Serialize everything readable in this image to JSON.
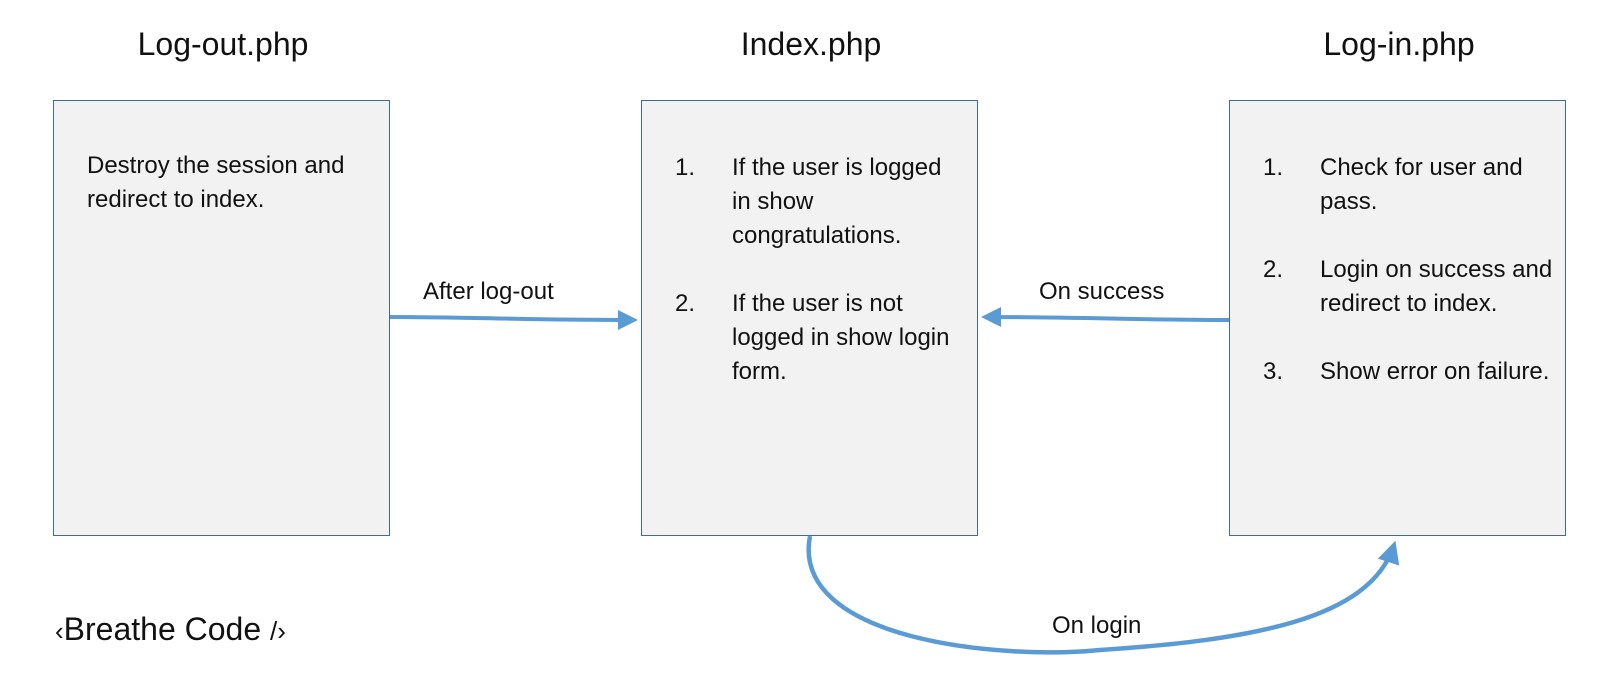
{
  "nodes": {
    "logout": {
      "title": "Log-out.php",
      "text": "Destroy the session and redirect to index."
    },
    "index": {
      "title": "Index.php",
      "steps": [
        {
          "num": "1.",
          "text": "If the user is logged in show congratulations."
        },
        {
          "num": "2.",
          "text": "If the user is not logged in show login form."
        }
      ]
    },
    "login": {
      "title": "Log-in.php",
      "steps": [
        {
          "num": "1.",
          "text": "Check for user and pass."
        },
        {
          "num": "2.",
          "text": "Login on success and redirect to index."
        },
        {
          "num": "3.",
          "text": "Show error on failure."
        }
      ]
    }
  },
  "edges": {
    "after_logout": "After log-out",
    "on_success": "On success",
    "on_login": "On login"
  },
  "brand": {
    "open": "‹",
    "name": "Breathe Code",
    "close": "/›"
  },
  "colors": {
    "arrow": "#5b9bd5",
    "box_fill": "#f2f2f2",
    "box_border": "#3e6b9a"
  }
}
